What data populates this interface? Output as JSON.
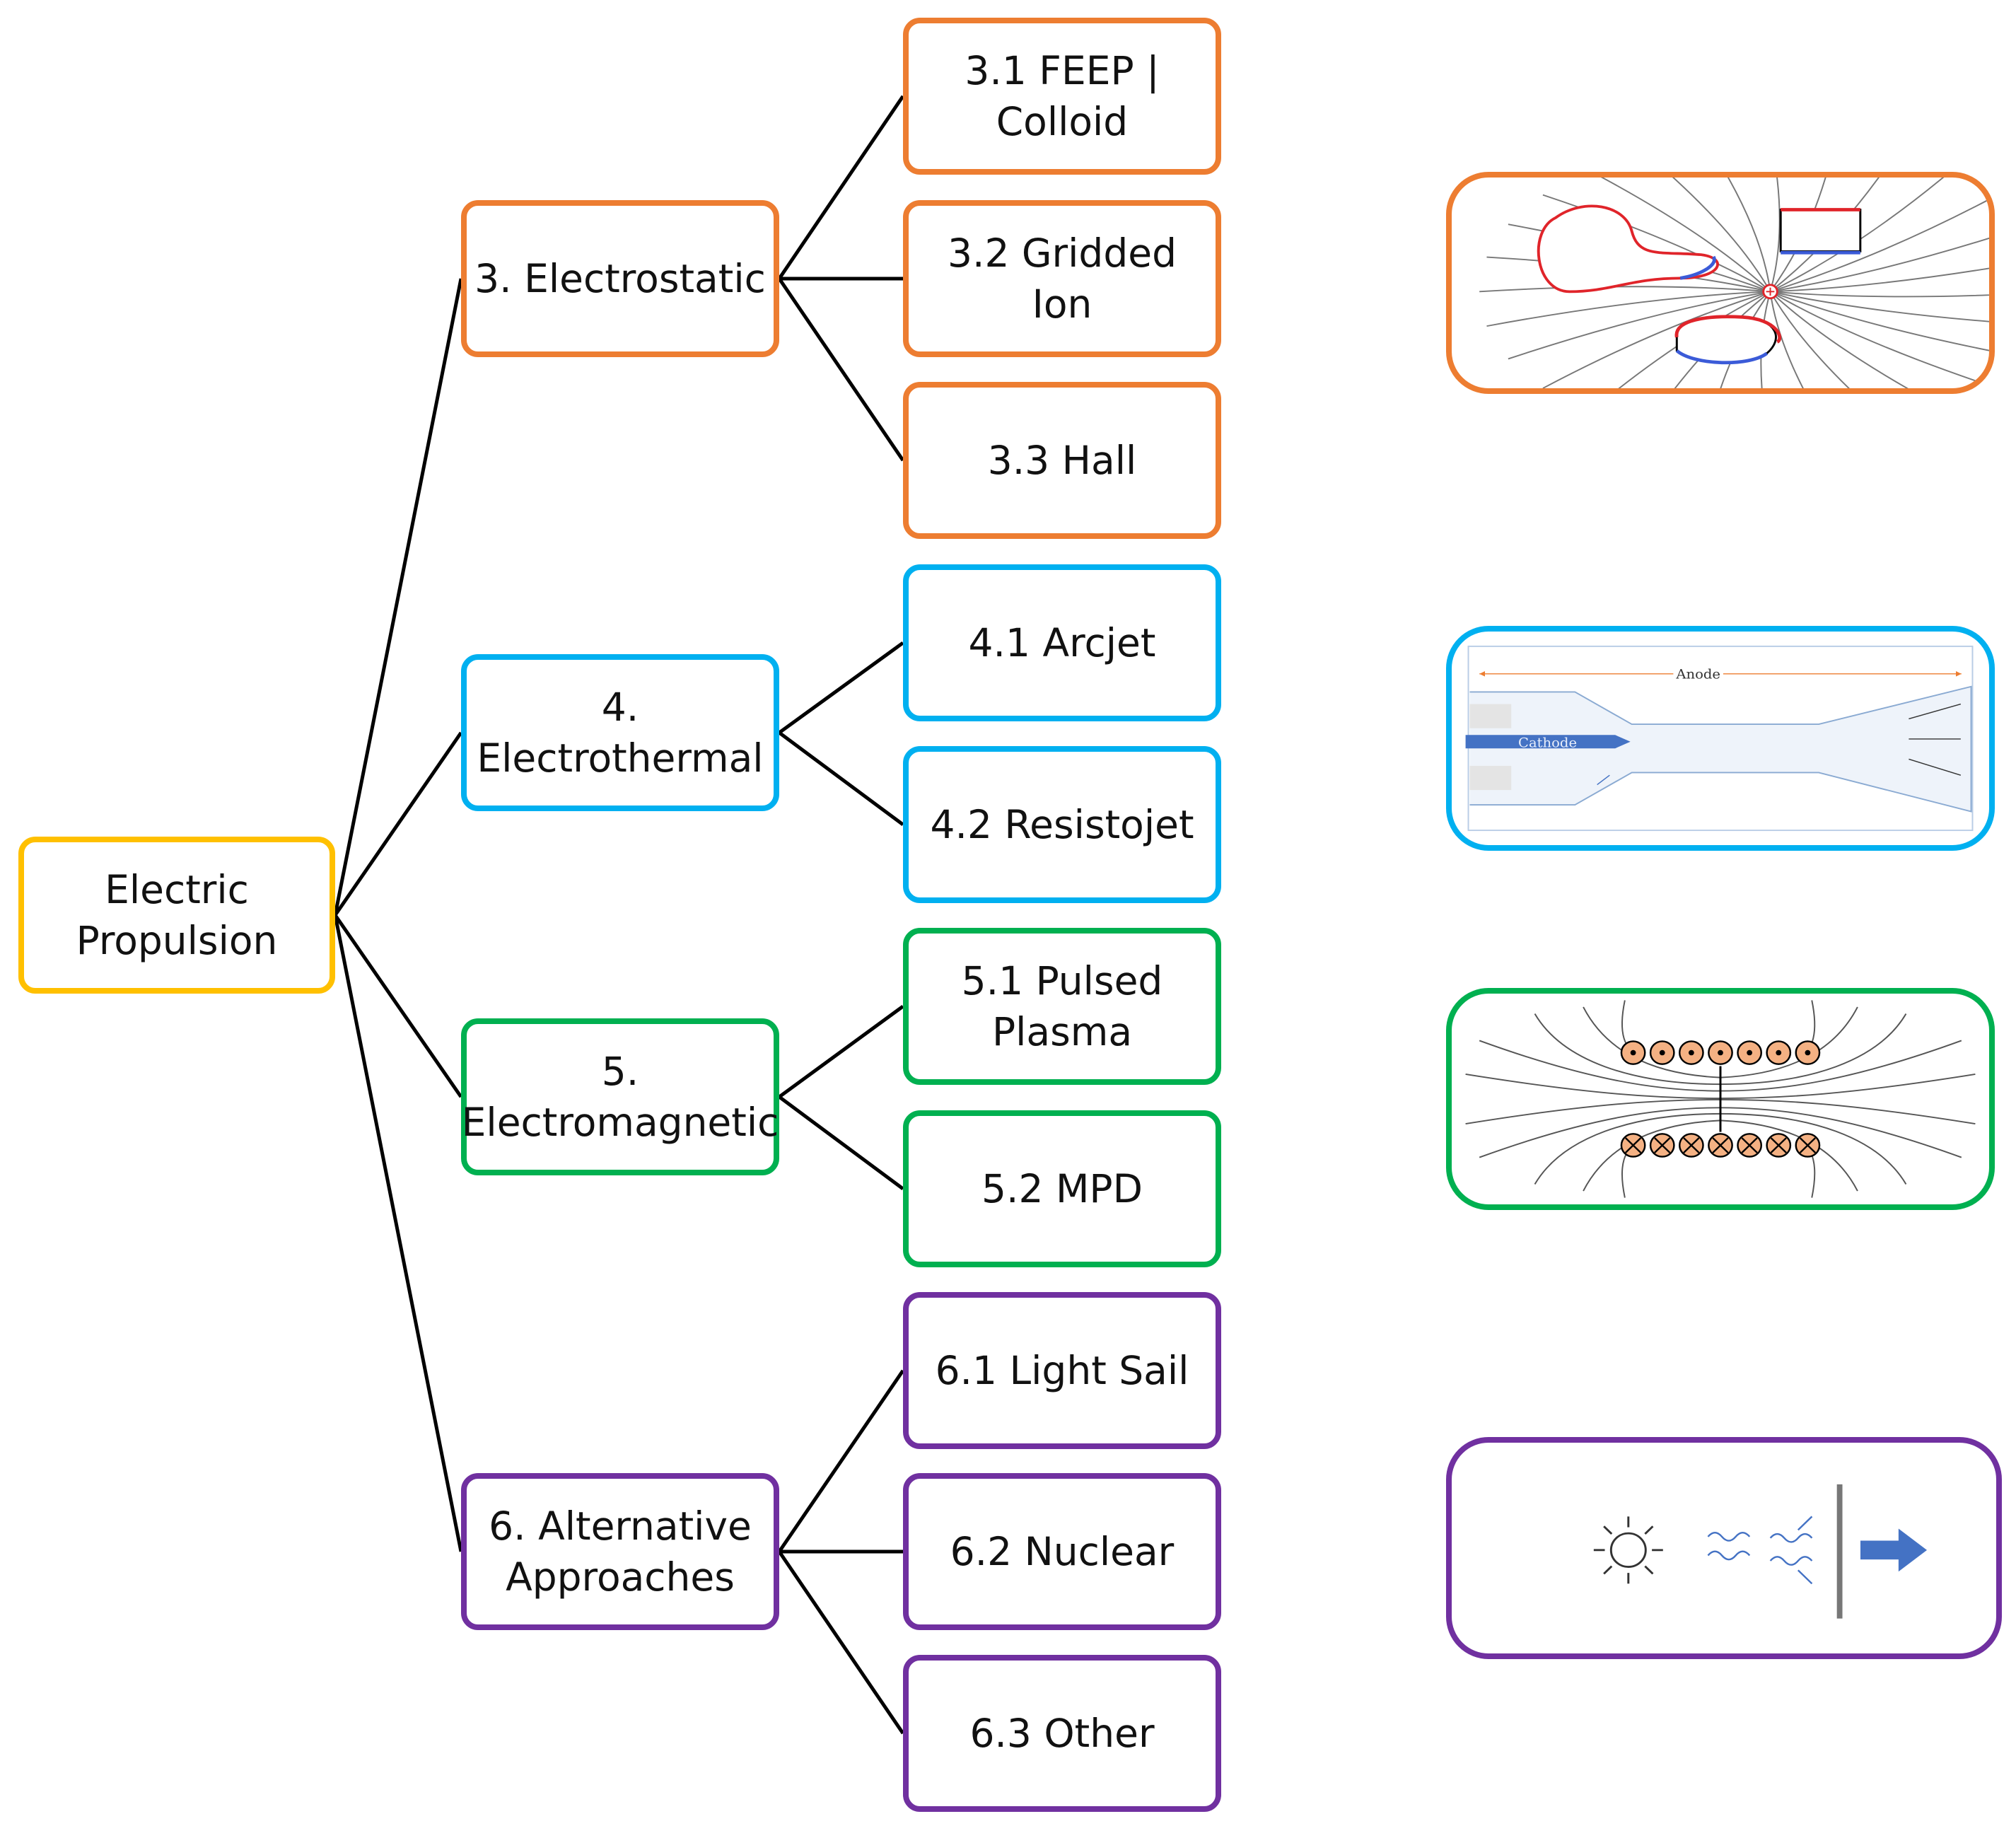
{
  "colors": {
    "root": "#ffc000",
    "electrostatic": "#ed7d31",
    "electrothermal": "#00b0f0",
    "electromagnetic": "#00b050",
    "alternative": "#7030a0",
    "line": "#000000",
    "field_red": "#e0242a",
    "field_blue": "#3b5bd8",
    "coil": "#f4b183",
    "arrow_blue": "#4472c4"
  },
  "root": {
    "label": "Electric Propulsion"
  },
  "categories": [
    {
      "id": "electrostatic",
      "label": "3. Electrostatic",
      "children": [
        "3.1 FEEP | Colloid",
        "3.2 Gridded Ion",
        "3.3 Hall"
      ],
      "icon": "electric-field-diagram-icon"
    },
    {
      "id": "electrothermal",
      "label": "4. Electrothermal",
      "children": [
        "4.1 Arcjet",
        "4.2 Resistojet"
      ],
      "icon": "arcjet-nozzle-diagram-icon",
      "diagram_labels": {
        "anode": "Anode",
        "cathode": "Cathode"
      }
    },
    {
      "id": "electromagnetic",
      "label": "5. Electromagnetic",
      "children": [
        "5.1 Pulsed Plasma",
        "5.2 MPD"
      ],
      "icon": "magnetic-coil-field-icon"
    },
    {
      "id": "alternative",
      "label": "6. Alternative Approaches",
      "children": [
        "6.1 Light Sail",
        "6.2 Nuclear",
        "6.3 Other"
      ],
      "icon": "solar-sail-icon"
    }
  ]
}
